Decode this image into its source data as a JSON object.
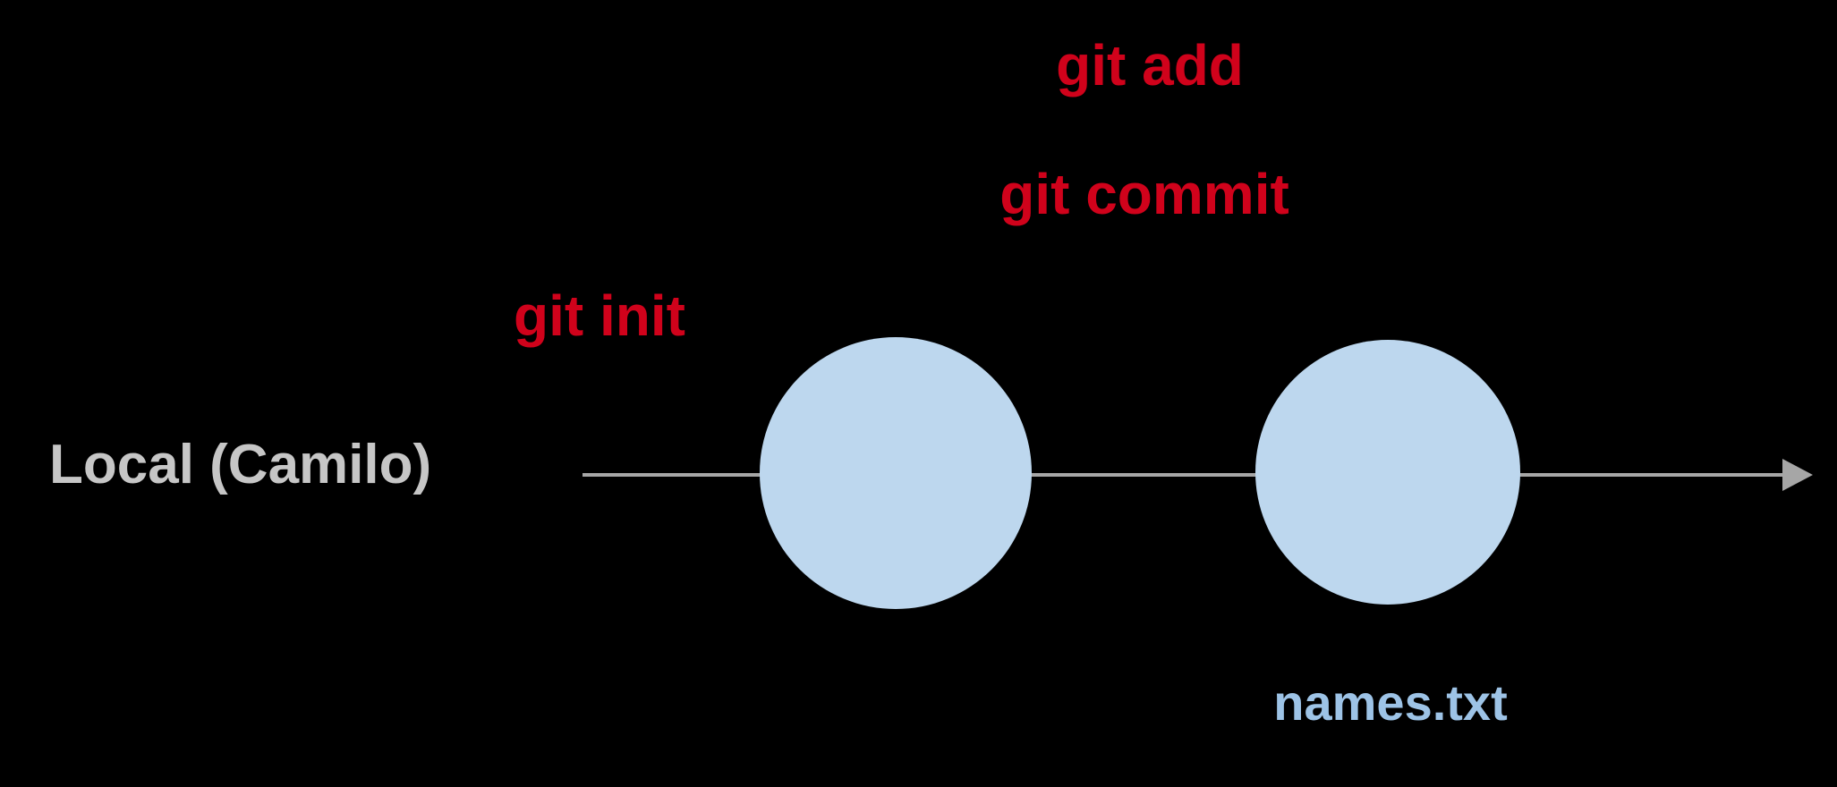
{
  "annotations": {
    "git_add": "git add",
    "git_commit": "git commit",
    "git_init": "git init"
  },
  "branch_label": "Local (Camilo)",
  "file_label": "names.txt",
  "nodes": [
    {
      "id": "commit-node-1"
    },
    {
      "id": "commit-node-2"
    }
  ],
  "colors": {
    "background": "#000000",
    "command_text": "#d0021b",
    "branch_text": "#c6c6c6",
    "file_text": "#9dc3e6",
    "line": "#a6a6a6",
    "node_fill": "#bdd7ee"
  }
}
